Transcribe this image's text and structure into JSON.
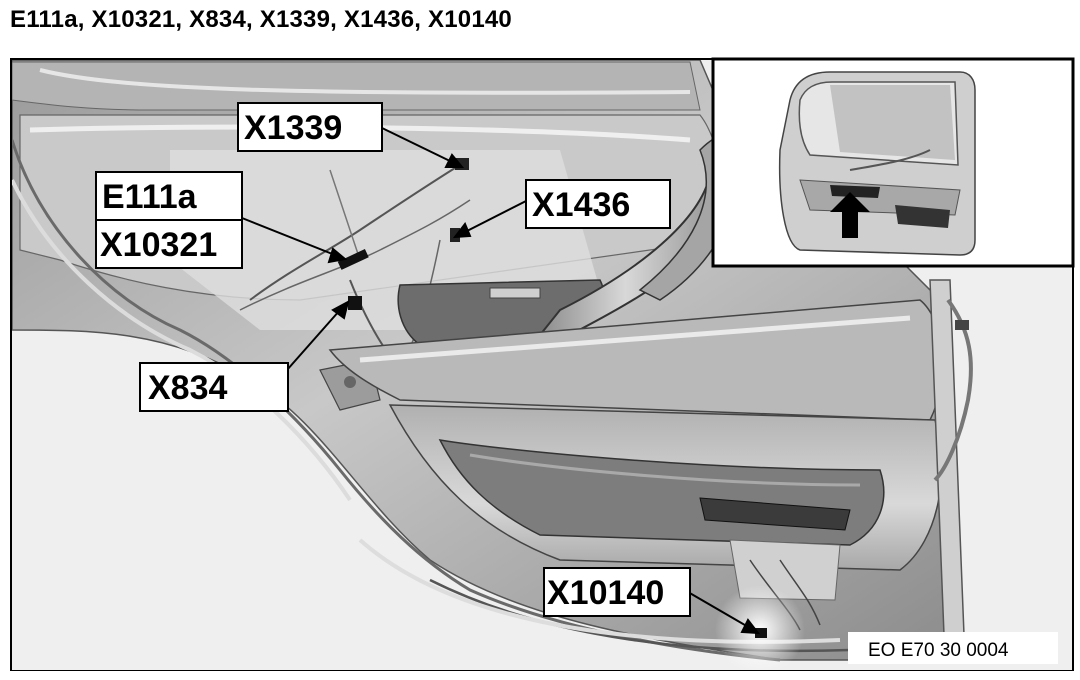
{
  "title": "E111a, X10321, X834, X1339, X1436, X10140",
  "callouts": {
    "x1339": "X1339",
    "e111a": "E111a",
    "x10321": "X10321",
    "x1436": "X1436",
    "x834": "X834",
    "x10140": "X10140"
  },
  "reference": "EO E70 30 0004",
  "colors": {
    "background": "#ffffff",
    "frame": "#000000",
    "panel_dark": "#8a8a8a",
    "panel_mid": "#bdbdbd",
    "panel_light": "#e6e6e6"
  }
}
